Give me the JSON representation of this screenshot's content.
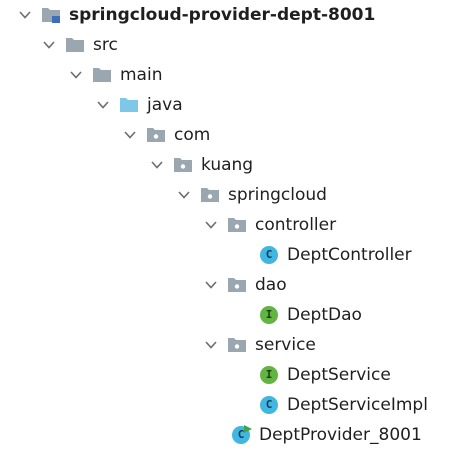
{
  "tree": {
    "root": {
      "label": "springcloud-provider-dept-8001",
      "icon": "module-folder-icon"
    },
    "src": {
      "label": "src",
      "icon": "folder-icon"
    },
    "main": {
      "label": "main",
      "icon": "folder-icon"
    },
    "java": {
      "label": "java",
      "icon": "source-root-folder-icon"
    },
    "com": {
      "label": "com",
      "icon": "package-icon"
    },
    "kuang": {
      "label": "kuang",
      "icon": "package-icon"
    },
    "springcloud": {
      "label": "springcloud",
      "icon": "package-icon"
    },
    "controller": {
      "label": "controller",
      "icon": "package-icon"
    },
    "dept_controller": {
      "label": "DeptController",
      "icon": "class-icon",
      "badge": "C"
    },
    "dao": {
      "label": "dao",
      "icon": "package-icon"
    },
    "dept_dao": {
      "label": "DeptDao",
      "icon": "interface-icon",
      "badge": "I"
    },
    "service": {
      "label": "service",
      "icon": "package-icon"
    },
    "dept_service": {
      "label": "DeptService",
      "icon": "interface-icon",
      "badge": "I"
    },
    "dept_service_impl": {
      "label": "DeptServiceImpl",
      "icon": "class-icon",
      "badge": "C"
    },
    "dept_provider": {
      "label": "DeptProvider_8001",
      "icon": "spring-boot-class-icon",
      "badge": "C"
    }
  },
  "colors": {
    "folder": "#9aa7b0",
    "source_folder": "#7fc7e8",
    "class_badge": "#40b6e0",
    "interface_badge": "#62b543",
    "chevron": "#6e6e6e",
    "text": "#1f1f1f"
  }
}
